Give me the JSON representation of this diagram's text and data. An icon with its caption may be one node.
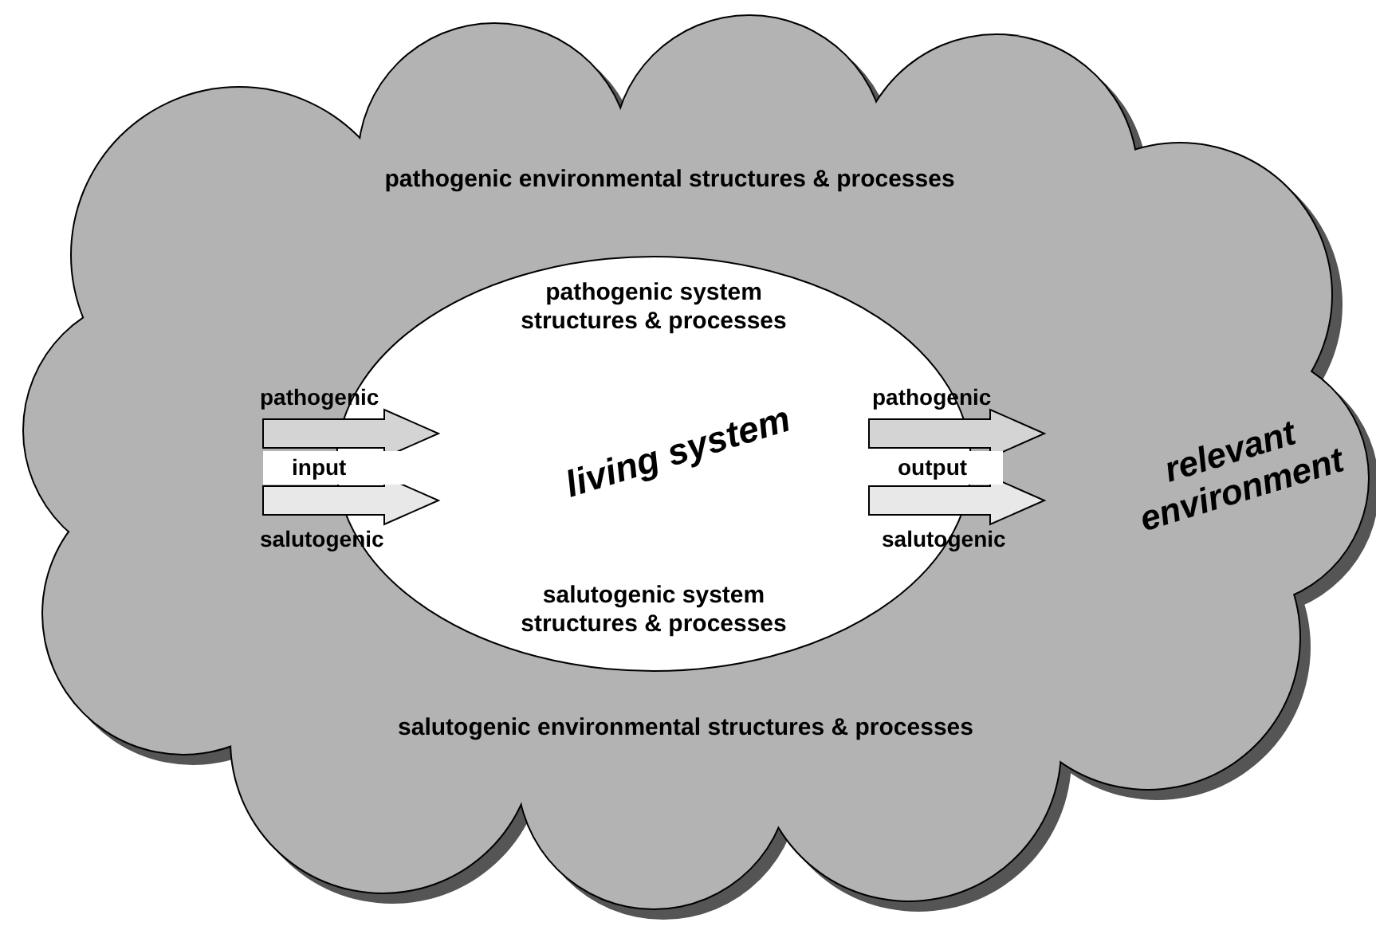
{
  "diagram": {
    "nodes": [
      {
        "text": [
          "pathogenic environmental structures & processes",
          "salutogenic environmental structures & processes",
          "relevant environment"
        ]
      },
      {
        "text": [
          "pathogenic system structures & processes",
          "living system",
          "salutogenic system structures & processes"
        ],
        "in": 0
      }
    ],
    "edges": [],
    "labels": [
      "pathogenic",
      "input",
      "salutogenic",
      "pathogenic",
      "output",
      "salutogenic"
    ]
  }
}
